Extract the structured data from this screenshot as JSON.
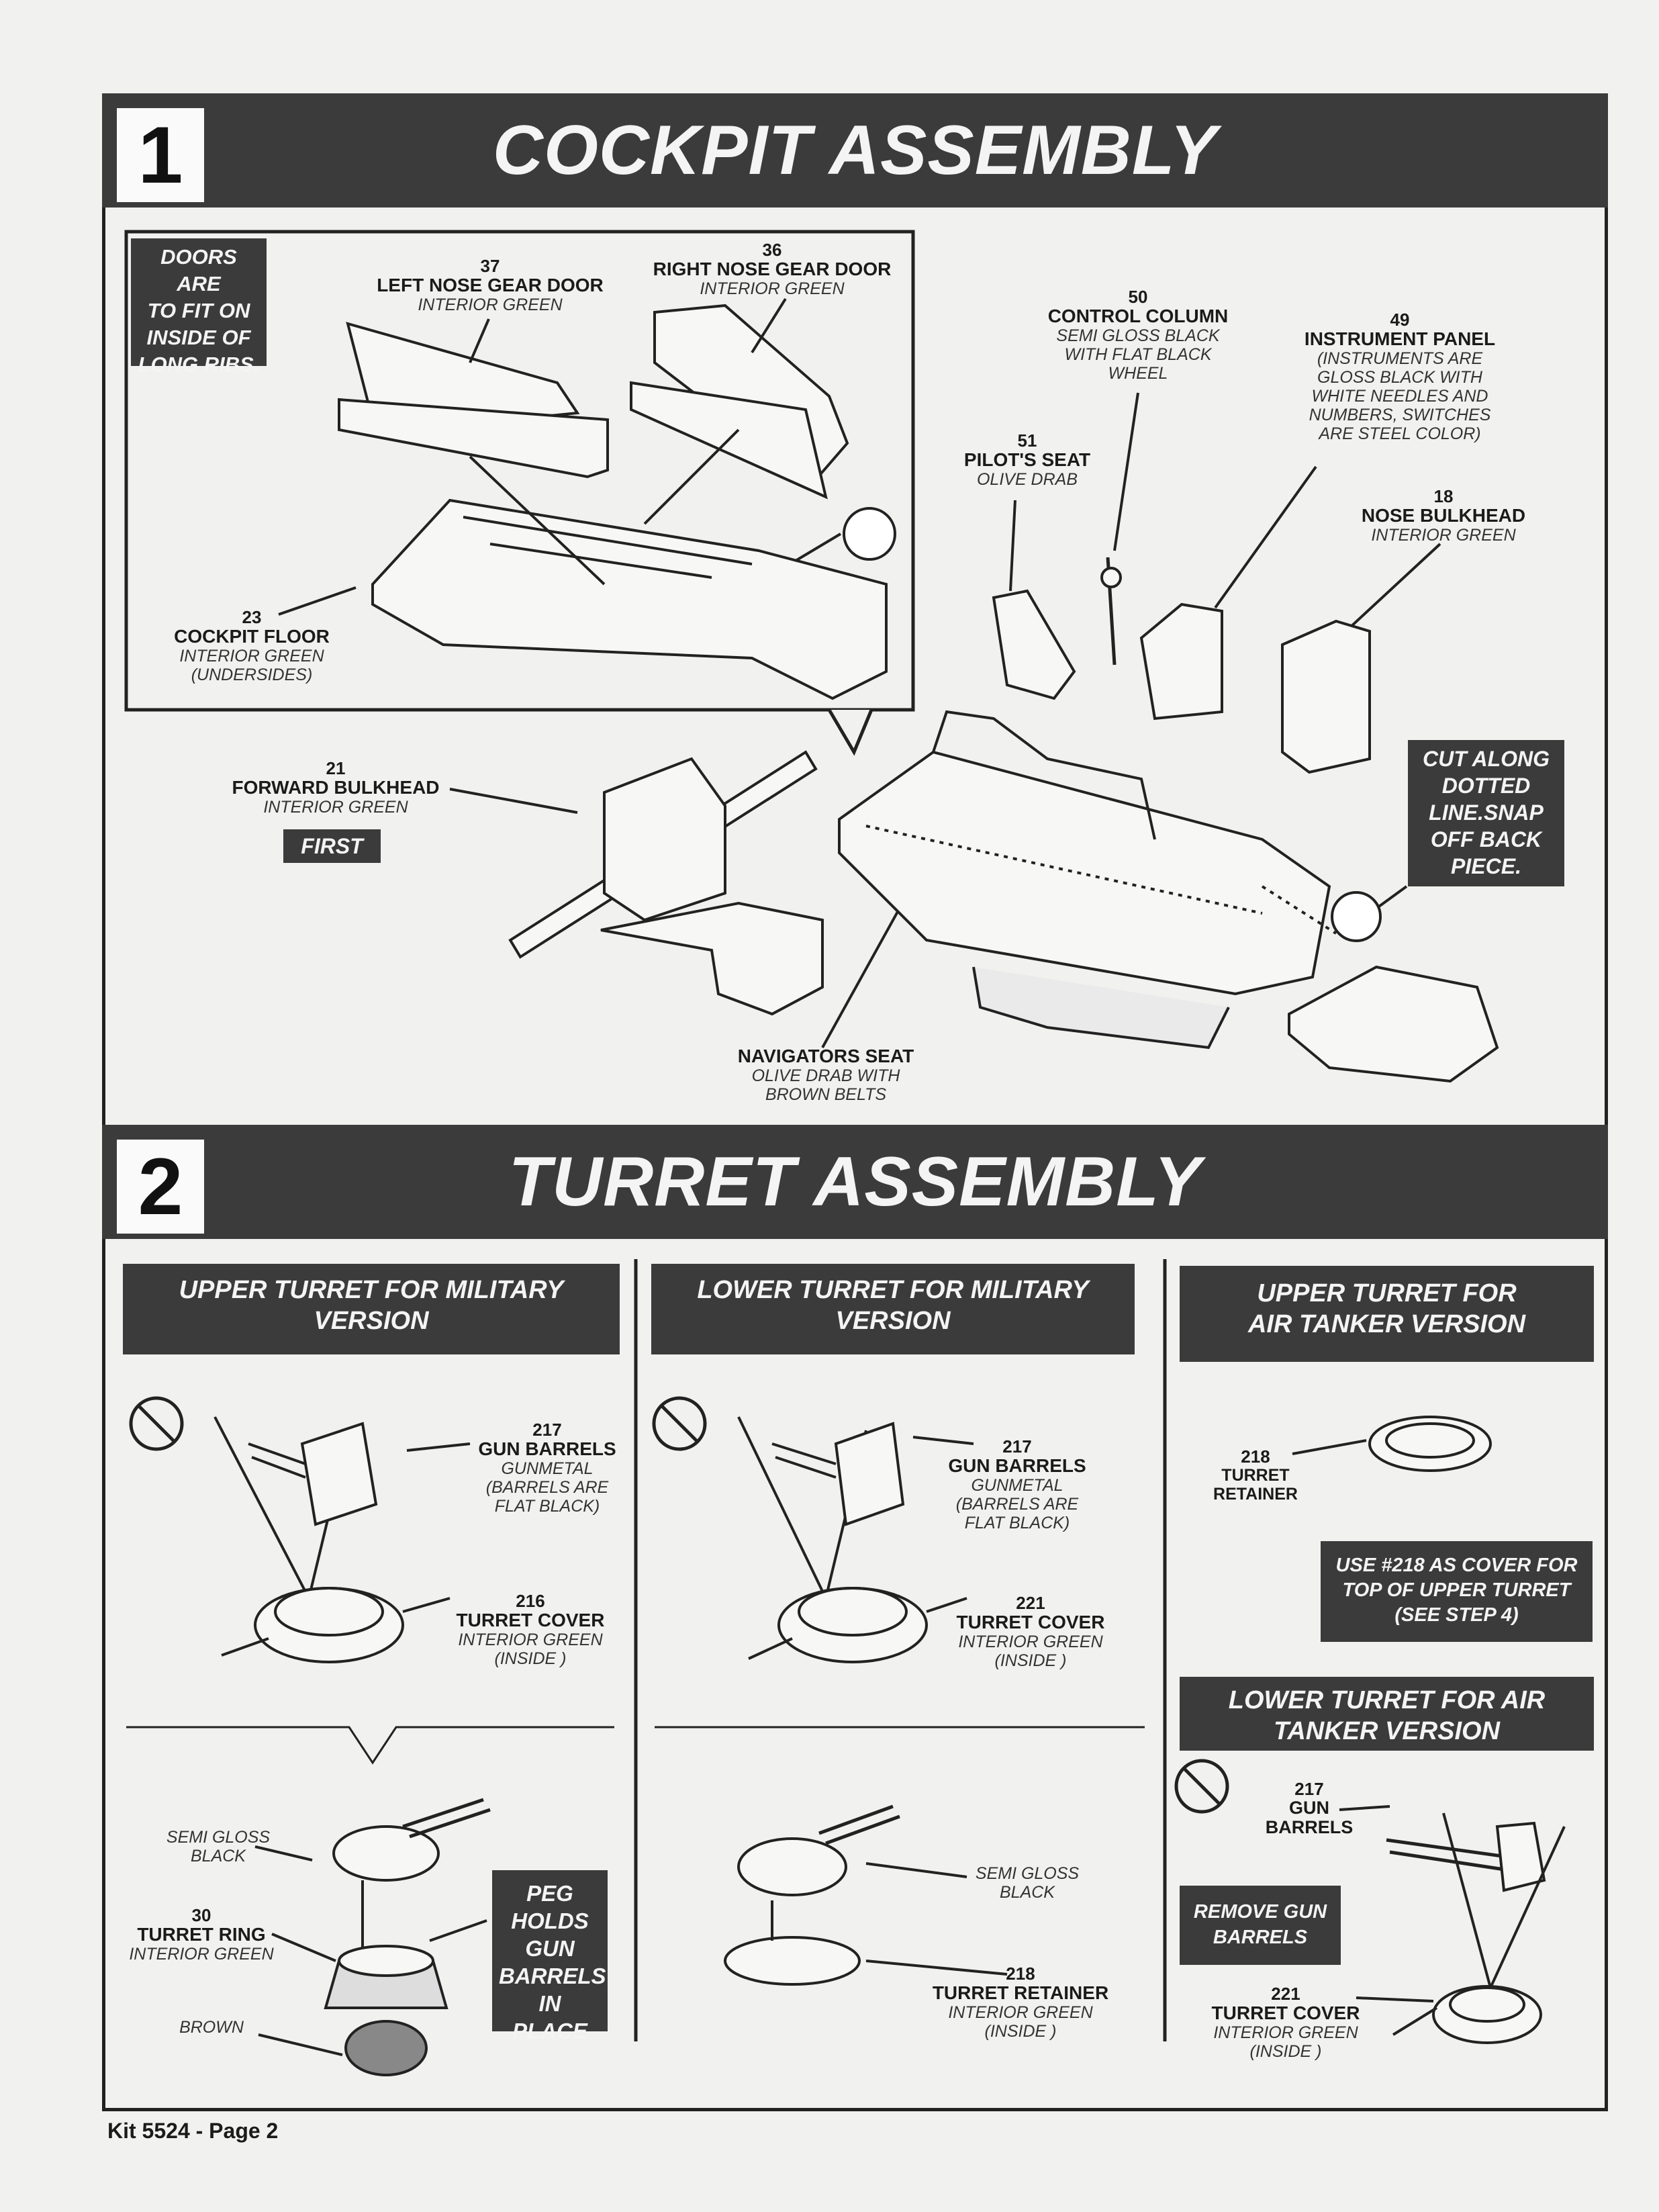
{
  "step1": {
    "number": "1",
    "title": "COCKPIT ASSEMBLY",
    "doors_note": [
      "DOORS ARE",
      "TO FIT ON",
      "INSIDE OF",
      "LONG RIBS."
    ],
    "parts": {
      "p37": {
        "num": "37",
        "name": "LEFT NOSE GEAR DOOR",
        "color": [
          "INTERIOR GREEN"
        ]
      },
      "p36": {
        "num": "36",
        "name": "RIGHT NOSE GEAR DOOR",
        "color": [
          "INTERIOR GREEN"
        ]
      },
      "p23": {
        "num": "23",
        "name": "COCKPIT FLOOR",
        "color": [
          "INTERIOR GREEN",
          "(UNDERSIDES)"
        ]
      },
      "p50": {
        "num": "50",
        "name": "CONTROL COLUMN",
        "color": [
          "SEMI GLOSS BLACK",
          "WITH FLAT BLACK",
          "WHEEL"
        ]
      },
      "p49": {
        "num": "49",
        "name": "INSTRUMENT PANEL",
        "color": [
          "(INSTRUMENTS ARE",
          "GLOSS BLACK WITH",
          "WHITE NEEDLES AND",
          "NUMBERS, SWITCHES",
          "ARE STEEL COLOR)"
        ]
      },
      "p51": {
        "num": "51",
        "name": "PILOT'S SEAT",
        "color": [
          "OLIVE DRAB"
        ]
      },
      "p18": {
        "num": "18",
        "name": "NOSE BULKHEAD",
        "color": [
          "INTERIOR GREEN"
        ]
      },
      "p21": {
        "num": "21",
        "name": "FORWARD BULKHEAD",
        "color": [
          "INTERIOR GREEN"
        ]
      },
      "nav": {
        "num": "",
        "name": "NAVIGATORS SEAT",
        "color": [
          "OLIVE DRAB WITH",
          "BROWN BELTS"
        ]
      }
    },
    "first_label": "FIRST",
    "cut_note": [
      "CUT ALONG",
      "DOTTED",
      "LINE.SNAP",
      "OFF BACK",
      "PIECE."
    ]
  },
  "step2": {
    "number": "2",
    "title": "TURRET ASSEMBLY",
    "col1": {
      "heading": [
        "UPPER TURRET FOR MILITARY",
        "VERSION"
      ],
      "p217": {
        "num": "217",
        "name": "GUN BARRELS",
        "color": [
          "GUNMETAL",
          "(BARRELS ARE",
          "FLAT BLACK)"
        ]
      },
      "p216": {
        "num": "216",
        "name": "TURRET COVER",
        "color": [
          "INTERIOR GREEN",
          "(INSIDE )"
        ]
      },
      "semi_gloss": [
        "SEMI GLOSS",
        "BLACK"
      ],
      "p30": {
        "num": "30",
        "name": "TURRET RING",
        "color": [
          "INTERIOR GREEN"
        ]
      },
      "brown": "BROWN",
      "peg_note": [
        "PEG",
        "HOLDS",
        "GUN",
        "BARRELS",
        "IN PLACE"
      ]
    },
    "col2": {
      "heading": [
        "LOWER TURRET FOR MILITARY",
        "VERSION"
      ],
      "p217": {
        "num": "217",
        "name": "GUN BARRELS",
        "color": [
          "GUNMETAL",
          "(BARRELS ARE",
          "FLAT BLACK)"
        ]
      },
      "p221": {
        "num": "221",
        "name": "TURRET COVER",
        "color": [
          "INTERIOR GREEN",
          "(INSIDE )"
        ]
      },
      "semi_gloss": [
        "SEMI GLOSS",
        "BLACK"
      ],
      "p218": {
        "num": "218",
        "name": "TURRET RETAINER",
        "color": [
          "INTERIOR GREEN",
          "(INSIDE )"
        ]
      }
    },
    "col3": {
      "heading": [
        "UPPER TURRET FOR",
        "AIR TANKER VERSION"
      ],
      "p218": {
        "num": "218",
        "name": [
          "TURRET",
          "RETAINER"
        ]
      },
      "use_note": [
        "USE #218 AS COVER FOR",
        "TOP OF UPPER TURRET",
        "(SEE STEP 4)"
      ],
      "heading2": [
        "LOWER TURRET FOR AIR",
        "TANKER VERSION"
      ],
      "p217": {
        "num": "217",
        "name": [
          "GUN",
          "BARRELS"
        ]
      },
      "remove_note": [
        "REMOVE GUN",
        "BARRELS"
      ],
      "p221": {
        "num": "221",
        "name": "TURRET COVER",
        "color": [
          "INTERIOR GREEN",
          "(INSIDE )"
        ]
      }
    }
  },
  "footer": "Kit 5524 - Page 2"
}
